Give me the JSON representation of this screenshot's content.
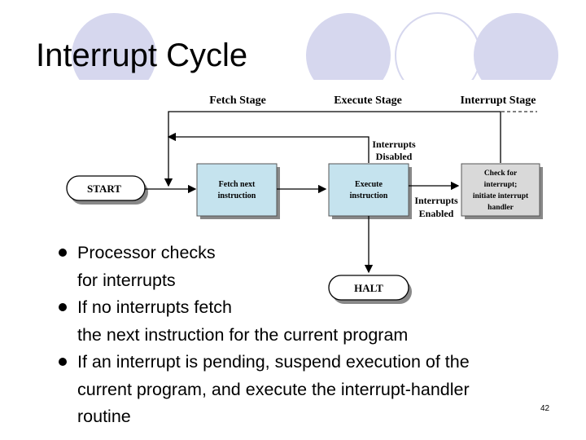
{
  "slide": {
    "title": "Interrupt Cycle",
    "page_number": "42",
    "colors": {
      "decor_circle": "#d6d7ee",
      "box_fill_blue": "#c5e3ee",
      "box_fill_gray": "#d9d9d9",
      "shadow": "#888888"
    }
  },
  "diagram": {
    "stage_labels": [
      "Fetch Stage",
      "Execute Stage",
      "Interrupt Stage"
    ],
    "start_label": "START",
    "halt_label": "HALT",
    "fetch_box": [
      "Fetch next",
      "instruction"
    ],
    "execute_box": [
      "Execute",
      "instruction"
    ],
    "interrupt_box": [
      "Check for",
      "interrupt;",
      "initiate interrupt",
      "handler"
    ],
    "interrupts_disabled": [
      "Interrupts",
      "Disabled"
    ],
    "interrupts_enabled": [
      "Interrupts",
      "Enabled"
    ]
  },
  "bullets": [
    {
      "line1": "Processor checks",
      "line2": "for interrupts"
    },
    {
      "line1": "If no interrupts fetch",
      "line2": "the next instruction for the current program"
    },
    {
      "line1": "If an interrupt is pending, suspend execution of the",
      "line2": "current program, and execute the interrupt-handler",
      "line3": "routine"
    }
  ]
}
